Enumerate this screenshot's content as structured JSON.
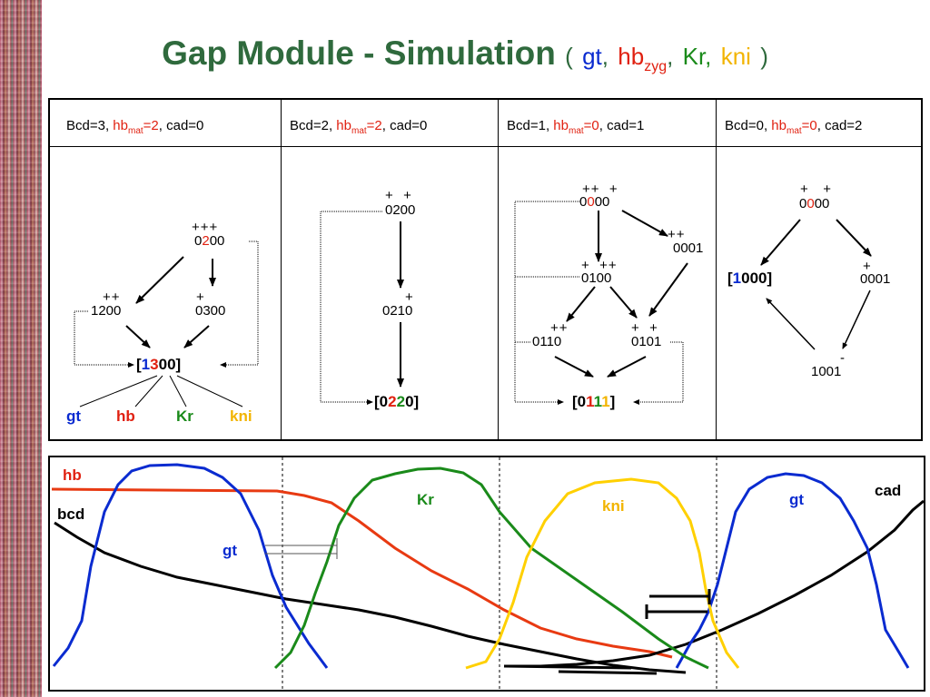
{
  "title": {
    "main": "Gap Module - Simulation",
    "open": "(",
    "gt": "gt",
    "sep1": ",",
    "hb": "hb",
    "hb_sub": "zyg",
    "sep2": ",",
    "kr": "Kr,",
    "kni": "kni",
    "close": ")"
  },
  "headers": [
    {
      "pre": "Bcd=3, ",
      "hb": "hb",
      "sub": "mat",
      "val": "=2",
      "post": ", cad=0"
    },
    {
      "pre": "Bcd=2, ",
      "hb": "hb",
      "sub": "mat",
      "val": "=2",
      "post": ", cad=0"
    },
    {
      "pre": "Bcd=1, ",
      "hb": "hb",
      "sub": "mat",
      "val": "=0",
      "post": ", cad=1"
    },
    {
      "pre": "Bcd=0, ",
      "hb": "hb",
      "sub": "mat",
      "val": "=0",
      "post": ", cad=2"
    }
  ],
  "panel1": {
    "start_signs": "+++",
    "start_a": "0",
    "start_b": "2",
    "start_c": "00",
    "left_signs": "++",
    "left": "1200",
    "right_signs": "+",
    "right": "0300",
    "fixed_open": "[",
    "fixed_a": "1",
    "fixed_b": "3",
    "fixed_c": "00]",
    "genes": [
      "gt",
      "hb",
      "Kr",
      "kni"
    ]
  },
  "panel2": {
    "start_signs": "+  +",
    "start": "0200",
    "mid_signs": "+",
    "mid": "0210",
    "fixed_open": "[0",
    "fixed_a": "2",
    "fixed_b": "2",
    "fixed_c": "0]"
  },
  "panel3": {
    "start_signs": "++  +",
    "start_a": "0",
    "start_b": "0",
    "start_c": "00",
    "right_signs": "++",
    "right": "0001",
    "mid_signs": "+  ++",
    "mid": "0100",
    "bl_signs": "++",
    "bl": "0110",
    "br_signs": "+  +",
    "br": "0101",
    "fixed_open": "[0",
    "fixed_a": "1",
    "fixed_b": "1",
    "fixed_c": "1",
    "fixed_close": "]"
  },
  "panel4": {
    "start_signs": "+   +",
    "start_a": "0",
    "start_b": "0",
    "start_c": "00",
    "fixed_open": "[",
    "fixed_a": "1",
    "fixed_b": "000]",
    "right_signs": "+",
    "right": "0001",
    "bottom_signs": "-",
    "bottom": "1001"
  },
  "chart_labels": {
    "hb": "hb",
    "bcd": "bcd",
    "gt_small": "gt",
    "kr": "Kr",
    "kni": "kni",
    "gt": "gt",
    "cad": "cad"
  },
  "colors": {
    "gt": "#0a2bd0",
    "hb": "#e83a12",
    "kr": "#1a8a1a",
    "kni": "#ffd000",
    "bcd": "#000000",
    "cad": "#000000",
    "title": "#2f6a3d"
  },
  "chart_data": {
    "type": "line",
    "series": [
      {
        "name": "hb"
      },
      {
        "name": "bcd"
      },
      {
        "name": "gt"
      },
      {
        "name": "Kr"
      },
      {
        "name": "kni"
      },
      {
        "name": "cad"
      }
    ]
  }
}
